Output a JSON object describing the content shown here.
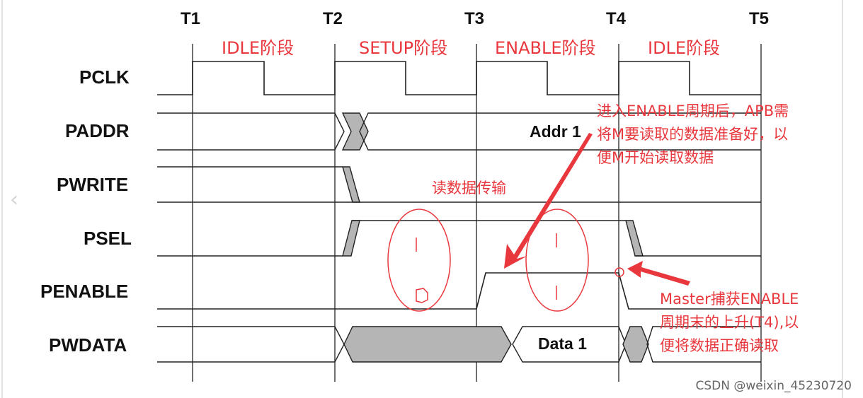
{
  "ticks": [
    "T1",
    "T2",
    "T3",
    "T4",
    "T5"
  ],
  "phases": [
    "IDLE阶段",
    "SETUP阶段",
    "ENABLE阶段",
    "IDLE阶段"
  ],
  "signals": [
    "PCLK",
    "PADDR",
    "PWRITE",
    "PSEL",
    "PENABLE",
    "PWDATA"
  ],
  "bus_values": {
    "addr": "Addr 1",
    "data": "Data 1"
  },
  "annotations": {
    "enable_note": [
      "进入ENABLE周期后，APB需",
      "将M要读取的数据准备好，以",
      "便M开始读取数据"
    ],
    "read_transfer": "读数据传输",
    "master_note": [
      "Master捕获ENABLE",
      "周期末的上升(T4),以",
      "便将数据正确读取"
    ]
  },
  "watermark": "CSDN @weixin_45230720",
  "colors": {
    "annotation": "#e8383d",
    "fill": "#b5b5b5",
    "line": "#222222"
  }
}
